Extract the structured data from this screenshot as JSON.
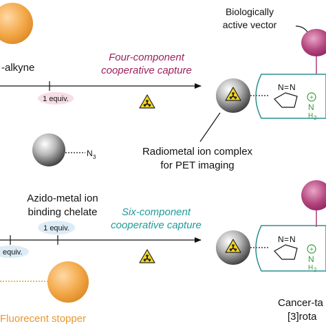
{
  "labels": {
    "alkyne": "-alkyne",
    "vector_line1": "Biologically",
    "vector_line2": "active vector",
    "capture4_line1": "Four-component",
    "capture4_line2": "cooperative capture",
    "equiv_top": "1 equiv.",
    "azide": "N",
    "azide_sub": "3",
    "radiometal_line1": "Radiometal ion complex",
    "radiometal_line2": "for PET imaging",
    "chelate_line1": "Azido-metal ion",
    "chelate_line2": "binding chelate",
    "capture6_line1": "Six-component",
    "capture6_line2": "cooperative capture",
    "equiv_bottom_a": "1 equiv.",
    "equiv_bottom_b": "equiv.",
    "stopper": "Fluorecent stopper",
    "cancer_line1": "Cancer-ta",
    "cancer_line2": "[3]rota",
    "triazole_n1": "N",
    "triazole_eq": "=",
    "triazole_n2": "N",
    "ammonium_n": "N",
    "ammonium_h": "H",
    "ammonium_sub": "2",
    "plus": "+"
  },
  "colors": {
    "four_component": "#9c1f5e",
    "six_component": "#1f9a9a",
    "stopper": "#e8962f",
    "vector": "#a8306f",
    "equiv_badge_top": "#f6dde6",
    "equiv_badge_bottom": "#dcecf6",
    "radiation_yellow": "#f6d51c",
    "macrocycle": "#2a8f8f",
    "ammonium": "#3a9a3a"
  },
  "icons": [
    "radiation-icon",
    "metal-sphere-icon",
    "macrocycle-icon",
    "vector-ellipse-icon",
    "stopper-sphere-icon"
  ]
}
